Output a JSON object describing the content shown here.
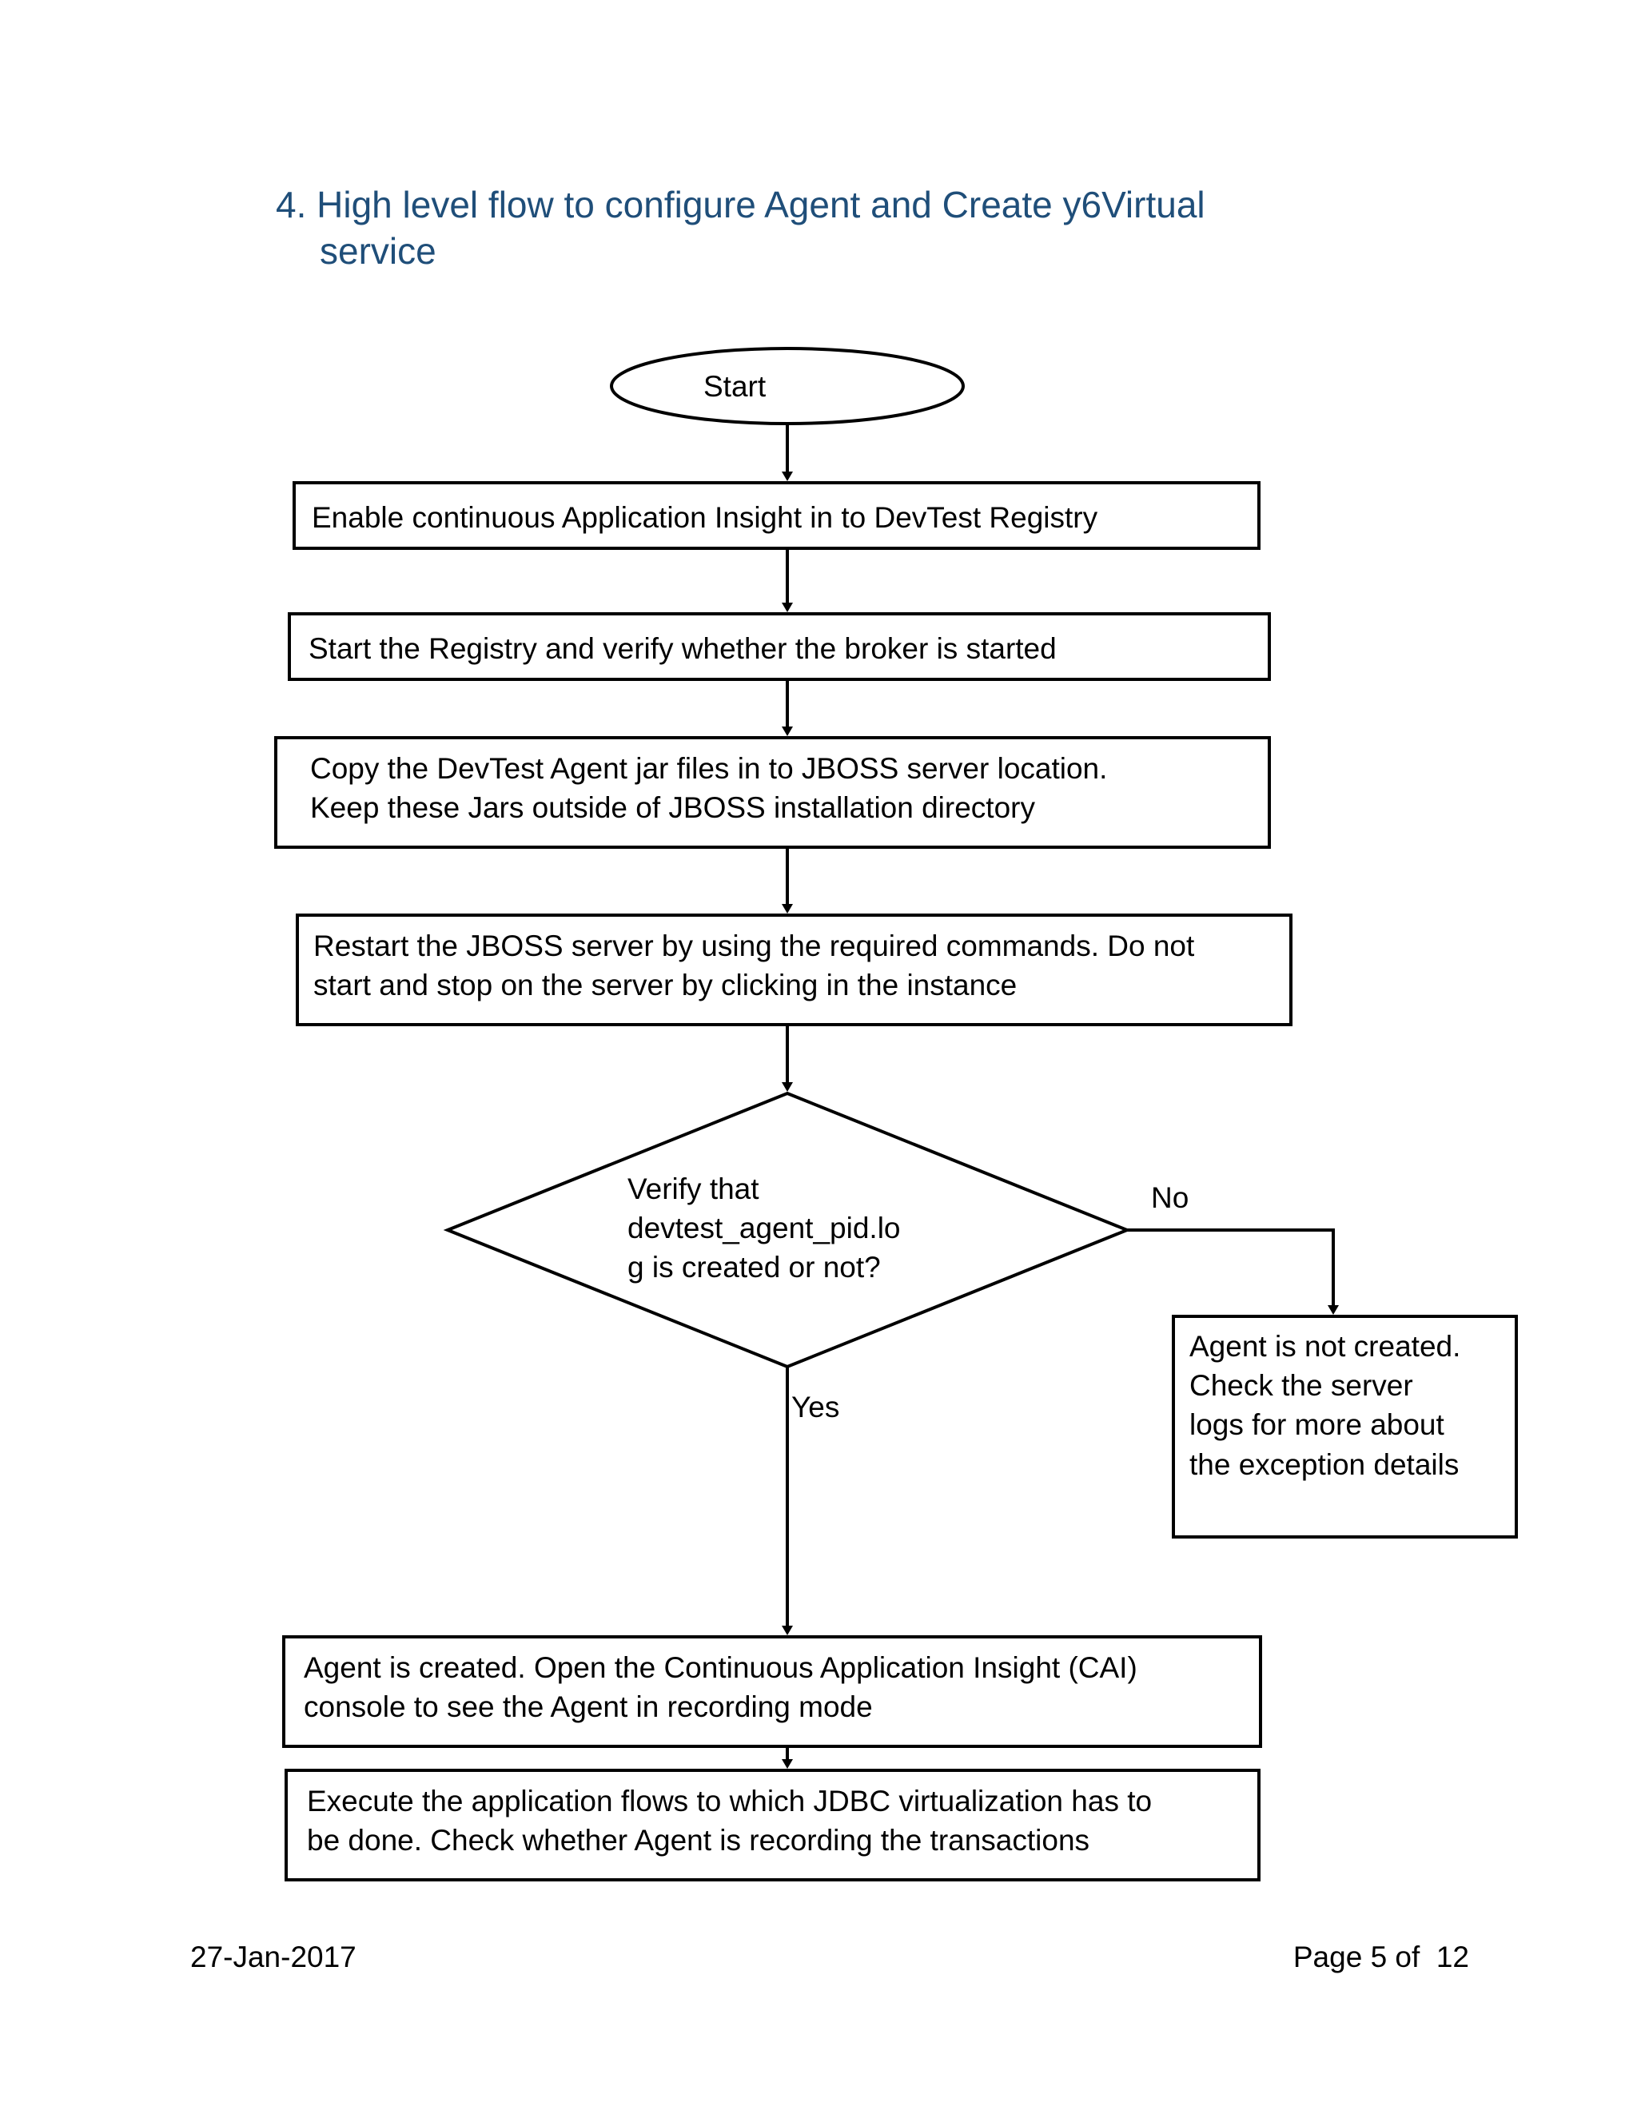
{
  "document": {
    "heading_number": "4.",
    "heading_line1": "High level flow to configure Agent and Create y6Virtual",
    "heading_line2": "service",
    "heading_color": "#1F4E79"
  },
  "flowchart": {
    "start": {
      "label": "Start",
      "shape": "ellipse"
    },
    "steps": [
      {
        "id": "enable-registry",
        "shape": "process",
        "text": "Enable continuous Application Insight in to DevTest Registry"
      },
      {
        "id": "start-registry",
        "shape": "process",
        "text": "Start the Registry and verify whether the broker is started"
      },
      {
        "id": "copy-jars",
        "shape": "process",
        "text": "Copy the DevTest Agent jar files in to JBOSS server location.\nKeep these Jars outside of JBOSS installation directory"
      },
      {
        "id": "restart-jboss",
        "shape": "process",
        "text": "Restart the JBOSS server by using the required commands. Do not\nstart and stop on the server by clicking in the instance"
      },
      {
        "id": "verify-pid-log",
        "shape": "decision",
        "text": "Verify that\ndevtest_agent_pid.lo\ng is created or not?"
      },
      {
        "id": "agent-not-created",
        "shape": "process",
        "text": "Agent is not created.\nCheck the server\nlogs for more about\nthe exception details"
      },
      {
        "id": "agent-created",
        "shape": "process",
        "text": "Agent is created. Open the Continuous Application Insight (CAI)\nconsole to see the Agent in recording mode"
      },
      {
        "id": "execute-flows",
        "shape": "process",
        "text": "Execute the application flows to which JDBC virtualization has to\nbe done. Check whether Agent is recording the transactions"
      }
    ],
    "branches": {
      "yes_label": "Yes",
      "no_label": "No"
    },
    "stroke_color": "#000000"
  },
  "footer": {
    "date": "27-Jan-2017",
    "page": "Page 5 of  12"
  }
}
